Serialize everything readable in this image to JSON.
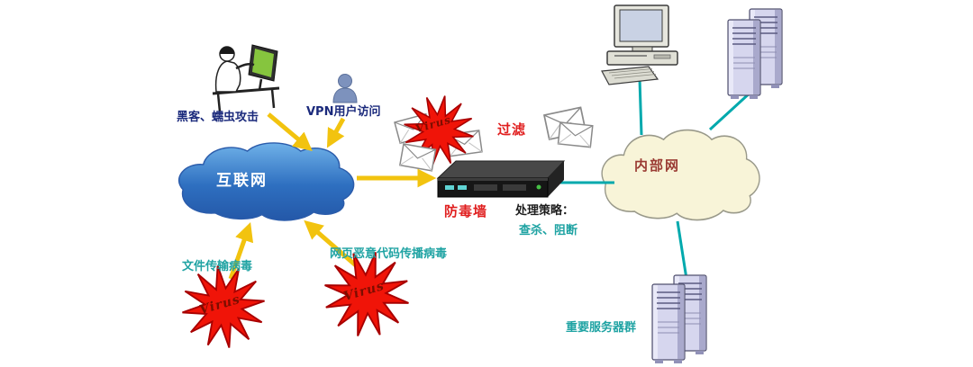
{
  "labels": {
    "hacker_attack": "黑客、蠕虫攻击",
    "vpn_access": "VPN用户访问",
    "filter": "过滤",
    "firewall": "防毒墙",
    "policy_title": "处理策略：",
    "policy_actions": "查杀、阻断",
    "internet": "互联网",
    "intranet": "内部网",
    "file_virus": "文件传输病毒",
    "web_virus": "网页恶意代码传播病毒",
    "server_group": "重要服务器群",
    "virus": "Virus"
  },
  "icons": [
    "hacker-workstation-icon",
    "vpn-user-icon",
    "envelope-icon",
    "virus-burst-icon",
    "internet-cloud",
    "firewall-appliance-icon",
    "intranet-cloud",
    "desktop-pc-icon",
    "server-tower-icon"
  ],
  "colors": {
    "internet_cloud_top": "#6fb1e8",
    "internet_cloud_bottom": "#2458a8",
    "intranet_cloud": "#f8f4d8",
    "arrow_yellow": "#f2c30f",
    "link_teal": "#00a9ad",
    "virus_red": "#f01408",
    "label_navy": "#1b2a7c",
    "label_red": "#e01f1f",
    "label_teal": "#1fa3a3",
    "intranet_text": "#9a3b33"
  }
}
